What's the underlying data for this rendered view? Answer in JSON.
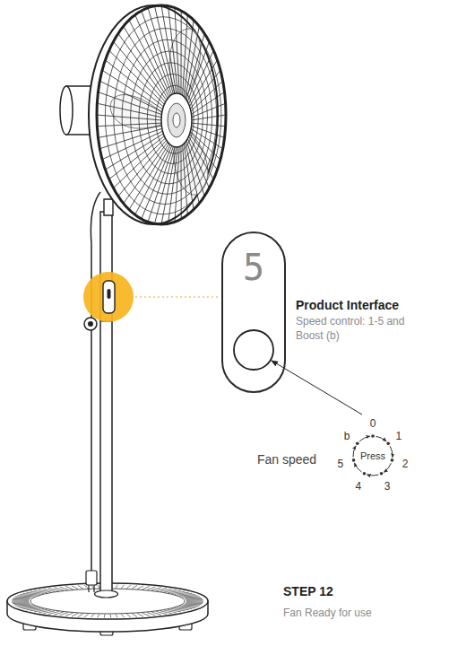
{
  "diagram": {
    "nodes": [
      {
        "text": [
          "5"
        ]
      },
      {
        "text": [
          "Press"
        ]
      }
    ],
    "labels": [
      "Product Interface",
      "Speed control: 1-5 and Boost (b)",
      "0",
      "1",
      "2",
      "3",
      "4",
      "5",
      "b",
      "Fan speed",
      "STEP 12",
      "Fan Ready for use"
    ]
  }
}
